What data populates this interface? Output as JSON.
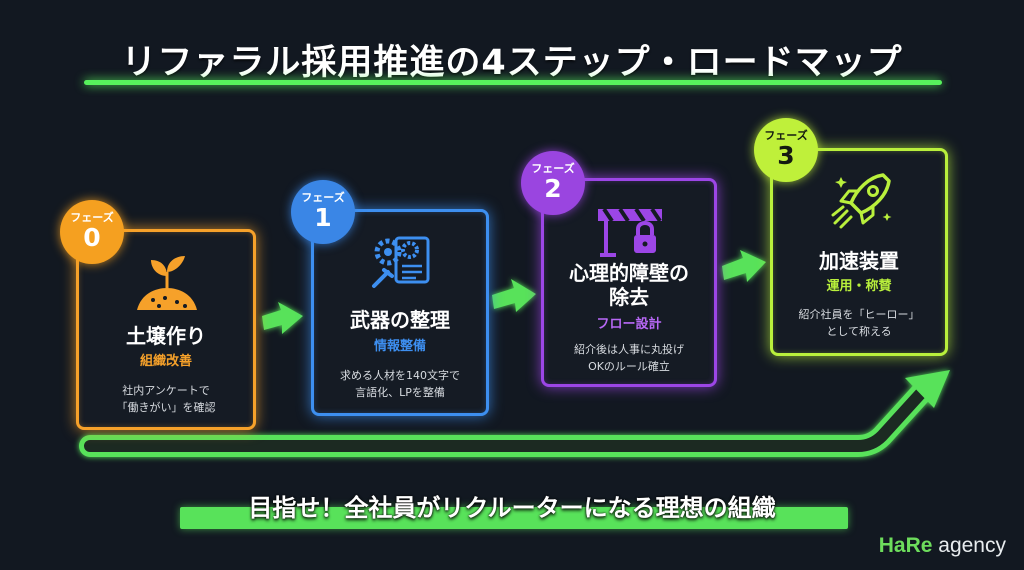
{
  "title": "リファラル採用推進の4ステップ・ロードマップ",
  "phase_label": "フェーズ",
  "phases": [
    {
      "number": "0",
      "title": "土壌作り",
      "subtitle": "組織改善",
      "desc_line1": "社内アンケートで",
      "desc_line2": "「働きがい」を確認",
      "icon": "sprout-icon",
      "color": "#f6a12a"
    },
    {
      "number": "1",
      "title": "武器の整理",
      "subtitle": "情報整備",
      "desc_line1": "求める人材を140文字で",
      "desc_line2": "言語化、LPを整備",
      "icon": "gears-document-icon",
      "color": "#3d8ff0"
    },
    {
      "number": "2",
      "title_line1": "心理的障壁の",
      "title_line2": "除去",
      "subtitle": "フロー設計",
      "desc_line1": "紹介後は人事に丸投げ",
      "desc_line2": "OKのルール確立",
      "icon": "barrier-lock-icon",
      "color": "#9c46e6"
    },
    {
      "number": "3",
      "title": "加速装置",
      "subtitle": "運用・称賛",
      "desc_line1": "紹介社員を「ヒーロー」",
      "desc_line2": "として称える",
      "icon": "rocket-icon",
      "color": "#b9f03c"
    }
  ],
  "bottom_message": "目指せ！全社員がリクルーターになる理想の組織",
  "brand": {
    "part1": "HaRe",
    "part2": " agency"
  },
  "accent_color": "#57f25c"
}
